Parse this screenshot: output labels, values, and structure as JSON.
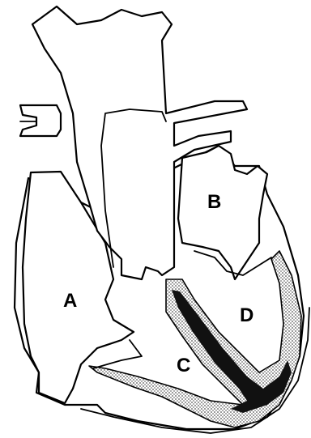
{
  "labels": {
    "a": "A",
    "b": "B",
    "c": "C",
    "d": "D"
  },
  "colors": {
    "line": "#000000",
    "background": "#ffffff",
    "conduction_shading": "#b8b8b8",
    "conduction_core": "#111111"
  }
}
